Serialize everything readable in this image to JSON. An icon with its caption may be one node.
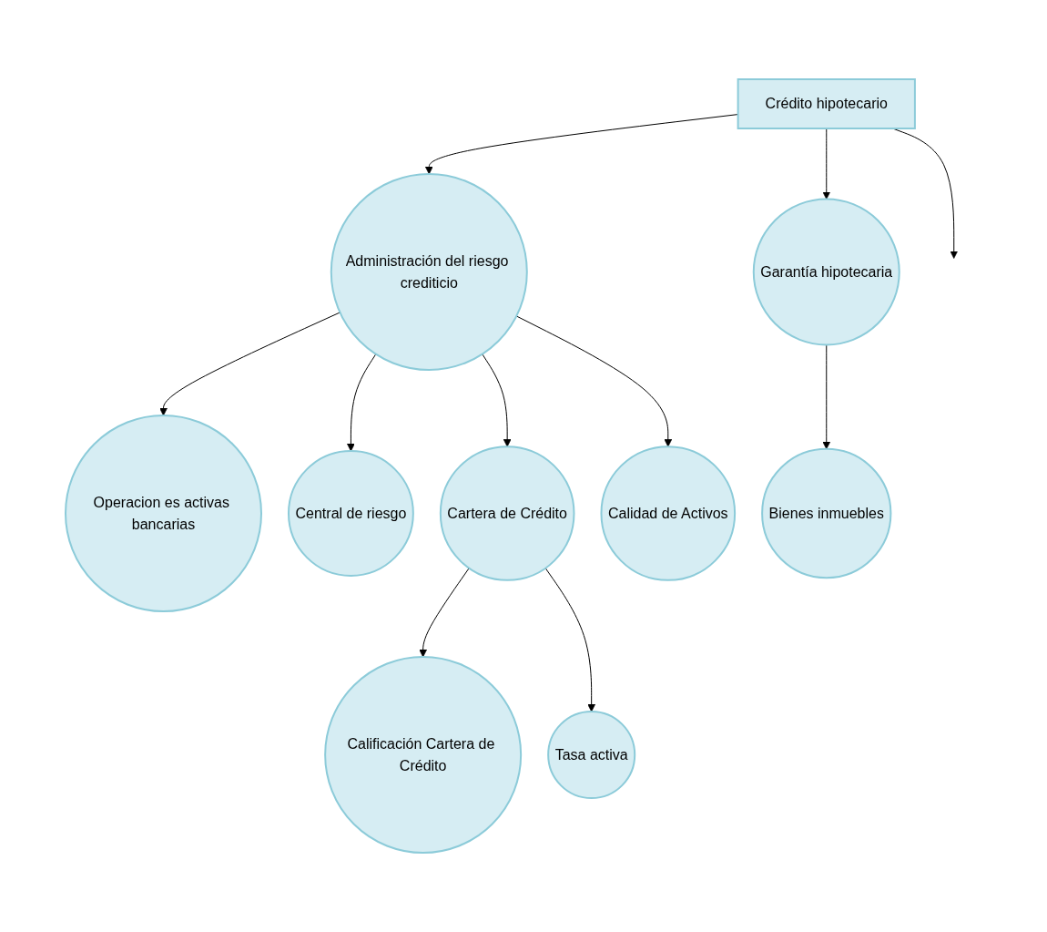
{
  "diagram": {
    "nodes": [
      {
        "text": [
          "Crédito hipotecario"
        ]
      },
      {
        "text": [
          "Administración del riesgo crediticio"
        ]
      },
      {
        "text": [
          "Garantía hipotecaria"
        ]
      },
      {
        "text": [
          "Operacion es activas bancarias"
        ]
      },
      {
        "text": [
          "Central de riesgo"
        ]
      },
      {
        "text": [
          "Cartera de Crédito"
        ]
      },
      {
        "text": [
          "Calidad de Activos"
        ]
      },
      {
        "text": [
          "Calificación Cartera de Crédito"
        ]
      },
      {
        "text": [
          "Tasa activa"
        ]
      },
      {
        "text": [
          "Bienes inmuebles"
        ]
      }
    ],
    "edges": [
      {
        "from": 0,
        "to": null,
        "arrow": "to"
      },
      {
        "from": 0,
        "to": 1,
        "arrow": "to"
      },
      {
        "from": 0,
        "to": 2,
        "arrow": "to"
      },
      {
        "from": 1,
        "to": 3,
        "arrow": "to"
      },
      {
        "from": 1,
        "to": 4,
        "arrow": "to"
      },
      {
        "from": 1,
        "to": 5,
        "arrow": "to"
      },
      {
        "from": 1,
        "to": 6,
        "arrow": "to"
      },
      {
        "from": 2,
        "to": 9,
        "arrow": "to"
      },
      {
        "from": 5,
        "to": 7,
        "arrow": "to"
      },
      {
        "from": 5,
        "to": 8,
        "arrow": "to"
      }
    ]
  }
}
